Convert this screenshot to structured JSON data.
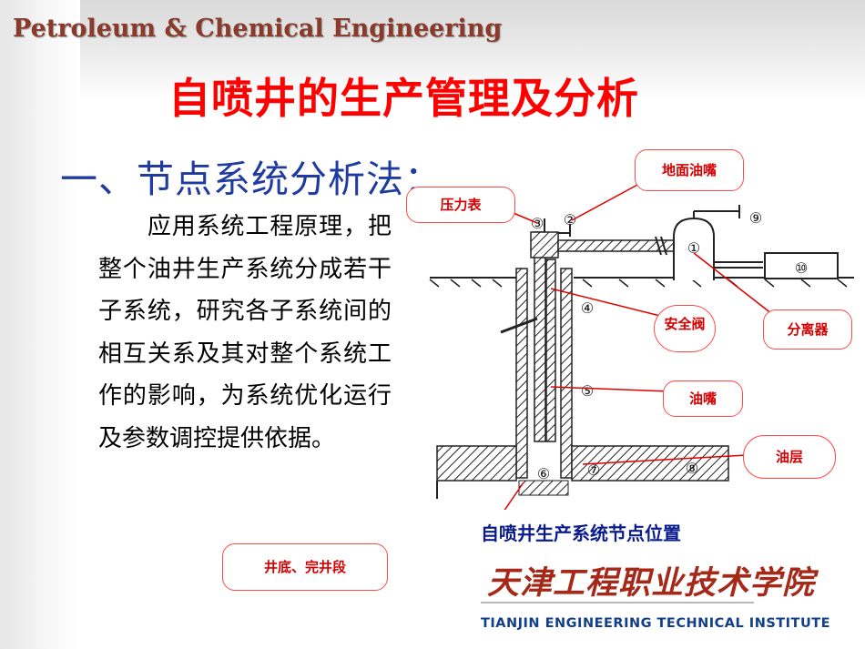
{
  "header": {
    "brand": "Petroleum & Chemical Engineering"
  },
  "slide": {
    "title": "自喷井的生产管理及分析",
    "subtitle": "一、节点系统分析法：",
    "body": "　　应用系统工程原理，把整个油井生产系统分成若干子系统，研究各子系统间的相互关系及其对整个系统工作的影响，为系统优化运行及参数调控提供依据。"
  },
  "diagram": {
    "caption": "自喷井生产系统节点位置",
    "node_numbers": [
      "①",
      "②",
      "③",
      "④",
      "⑤",
      "⑥",
      "⑦",
      "⑧",
      "⑨",
      "⑩"
    ],
    "callouts": {
      "surface_choke": "地面油嘴",
      "pressure_gauge": "压力表",
      "safety_valve": "安全阀",
      "separator": "分离器",
      "bottom_choke": "油嘴",
      "reservoir": "油层",
      "well_bottom": "井底、完井段"
    },
    "colors": {
      "callout_border": "#ff4a4a",
      "callout_text": "#d60000",
      "leader_line": "#e00000"
    }
  },
  "footer": {
    "institute_cn": "天津工程职业技术学院",
    "institute_en": "TIANJIN ENGINEERING TECHNICAL INSTITUTE"
  }
}
